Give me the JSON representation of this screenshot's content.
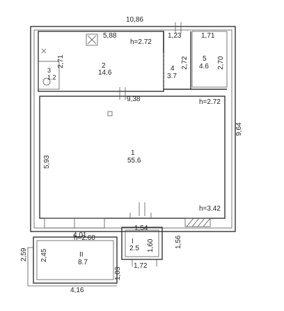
{
  "dimensions": {
    "overall_width": "10,86",
    "overall_height": "9,64",
    "width_1_23": "1,23",
    "width_1_71": "1,71",
    "width_9_38": "9,38",
    "height_5_93": "5,93",
    "width_4_01": "4,01",
    "width_1_54": "1,54",
    "height_1_60": "1,60",
    "height_1_56": "1,56",
    "width_1_72": "1,72",
    "height_1_03": "1,03",
    "width_4_16": "4,16",
    "height_2_59": "2,59",
    "height_2_45": "2,45",
    "height_2_71": "2,71",
    "height_2_72": "2,72",
    "height_2_70": "2,70",
    "width_5_88": "5,88"
  },
  "rooms": [
    {
      "number": "1",
      "area": "55.6"
    },
    {
      "number": "2",
      "area": "14.6"
    },
    {
      "number": "3",
      "area": "1.2"
    },
    {
      "number": "4",
      "area": "3.7"
    },
    {
      "number": "5",
      "area": "4.6"
    },
    {
      "number": "I",
      "area": "2.5"
    },
    {
      "number": "II",
      "area": "8.7"
    }
  ],
  "ceiling_heights": {
    "top_left": "h=2.72",
    "main": "h=2.72",
    "main_bottom": "h=3.42",
    "left_annex": "h=2.60"
  }
}
